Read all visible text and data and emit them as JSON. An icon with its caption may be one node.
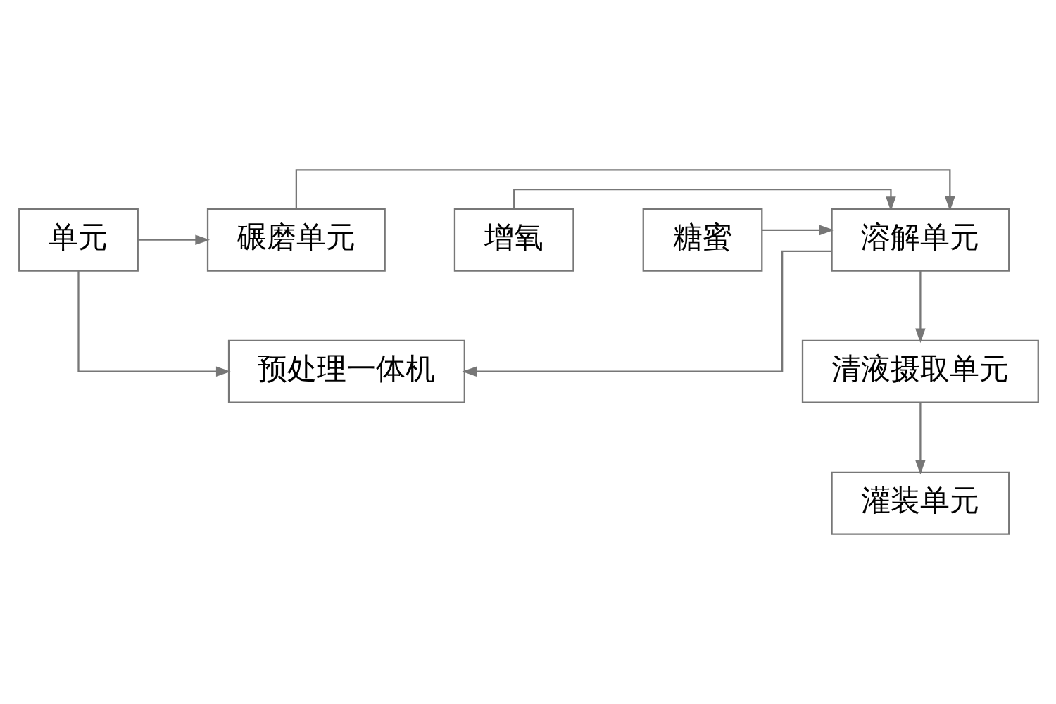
{
  "diagram": {
    "nodes": [
      {
        "text": [
          "预处理一体机"
        ]
      },
      {
        "text": [
          "单元"
        ]
      },
      {
        "text": [
          "碾磨单元"
        ]
      },
      {
        "text": [
          "溶解单元"
        ]
      },
      {
        "text": [
          "增氧"
        ]
      },
      {
        "text": [
          "糖蜜"
        ]
      },
      {
        "text": [
          "清液摄取单元"
        ]
      },
      {
        "text": [
          "灌装单元"
        ]
      }
    ],
    "edges": [
      {
        "from": 1,
        "to": 2,
        "arrow": "to"
      },
      {
        "from": 2,
        "to": 3,
        "arrow": "to"
      },
      {
        "from": 1,
        "to": 0,
        "arrow": "to"
      },
      {
        "from": 3,
        "to": 0,
        "arrow": "to"
      },
      {
        "from": 4,
        "to": 3,
        "arrow": "to"
      },
      {
        "from": 5,
        "to": 3,
        "arrow": "to"
      },
      {
        "from": 3,
        "to": 6,
        "arrow": "to"
      },
      {
        "from": 6,
        "to": 7,
        "arrow": "to"
      }
    ]
  }
}
